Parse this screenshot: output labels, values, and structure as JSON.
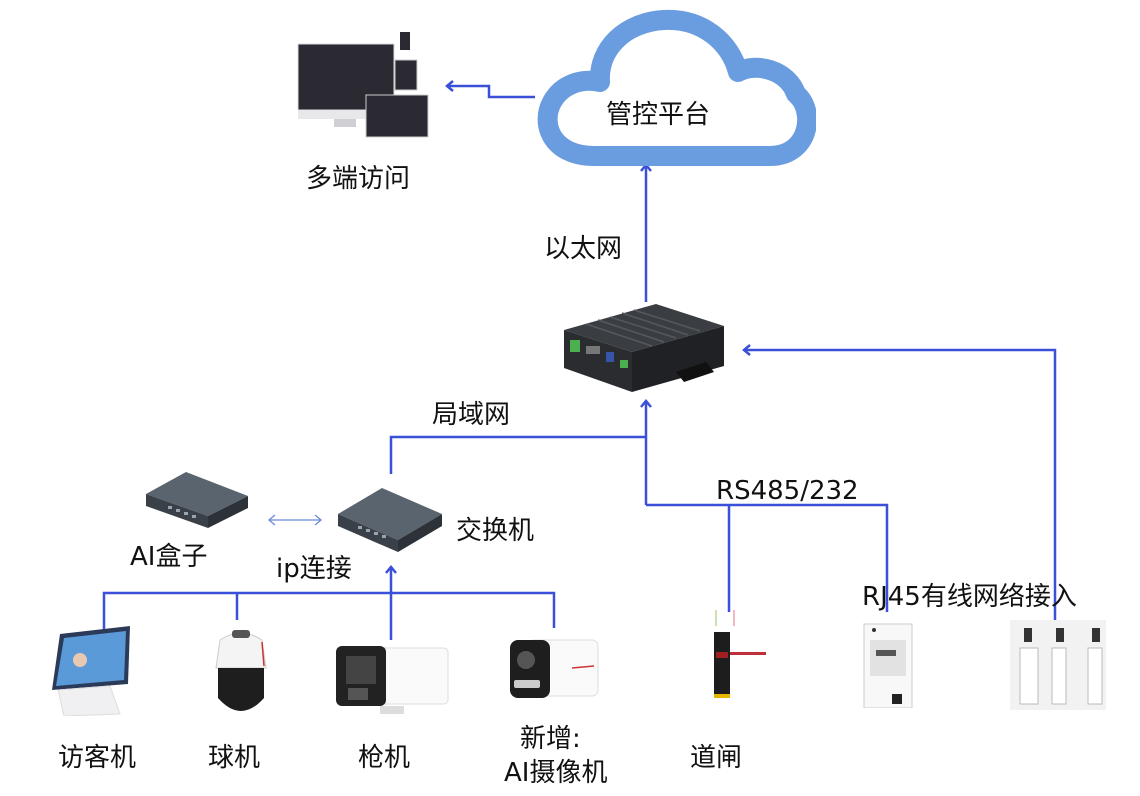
{
  "colors": {
    "line": "#3a50d8",
    "cloud": "#6a9ce0",
    "device_dark": "#2e3238",
    "switch_gray": "#4c5660"
  },
  "cloud": {
    "label": "管控平台",
    "icon": "cloud-icon"
  },
  "multi_access": {
    "label": "多端访问",
    "icon": "devices-icon"
  },
  "links": {
    "ethernet": "以太网",
    "lan": "局域网",
    "ip": "ip连接",
    "serial": "RS485/232",
    "rj45": "RJ45有线网络接入"
  },
  "gateway": {
    "icon": "edge-computer-icon"
  },
  "switch": {
    "label": "交换机",
    "icon": "network-switch-icon"
  },
  "ai_box": {
    "label": "AI盒子",
    "icon": "ai-box-icon"
  },
  "cameras": [
    {
      "label": "访客机",
      "icon": "visitor-terminal-icon"
    },
    {
      "label": "球机",
      "icon": "dome-camera-icon"
    },
    {
      "label": "枪机",
      "icon": "bullet-camera-icon"
    },
    {
      "label_line1": "新增:",
      "label_line2": "AI摄像机",
      "icon": "ai-camera-icon"
    }
  ],
  "barrier": {
    "label": "道闸",
    "icon": "barrier-gate-icon"
  },
  "controller": {
    "icon": "access-controller-icon"
  },
  "turnstiles": {
    "icon": "turnstile-gate-icon"
  }
}
